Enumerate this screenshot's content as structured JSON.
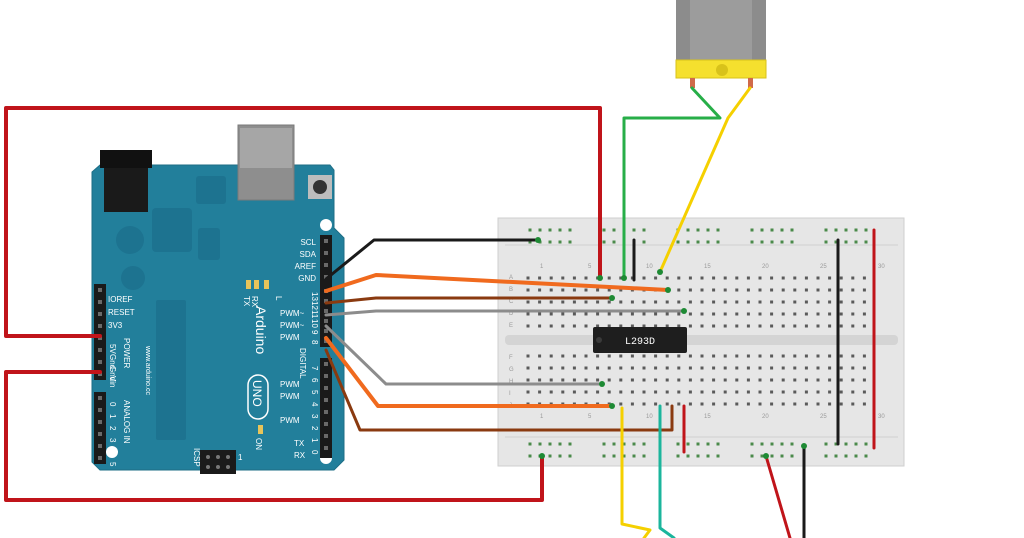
{
  "arduino": {
    "brand": "Arduino",
    "model": "UNO",
    "website": "www.arduino.cc",
    "digital_section": "DIGITAL",
    "analog_section": "ANALOG IN",
    "power_section": "POWER",
    "icsp": "ICSP",
    "icsp_pin": "1",
    "on_led": "ON",
    "led_l": "L",
    "led_tx": "TX",
    "led_rx": "RX",
    "top_header": [
      "SCL",
      "SDA",
      "AREF",
      "GND"
    ],
    "digital_pin_numbers": [
      "13",
      "12",
      "11",
      "10",
      "9",
      "8",
      "7",
      "6",
      "5",
      "4",
      "3",
      "2",
      "1",
      "0"
    ],
    "pwm_labels": [
      "PWM~",
      "PWM~",
      "PWM",
      "PWM",
      "PWM",
      "PWM"
    ],
    "tx_rx_pins": [
      "TX",
      "RX"
    ],
    "power_pins": [
      "IOREF",
      "RESET",
      "3V3",
      "5V",
      "Gnd",
      "Gnd",
      "Vin"
    ],
    "analog_pins": [
      "0",
      "1",
      "2",
      "3",
      "4",
      "5"
    ]
  },
  "breadboard": {
    "column_numbers": [
      "1",
      "5",
      "10",
      "15",
      "20",
      "25",
      "30"
    ],
    "row_letters_top": [
      "A",
      "B",
      "C",
      "D",
      "E"
    ],
    "row_letters_bottom": [
      "F",
      "G",
      "H",
      "I",
      "J"
    ]
  },
  "chip": {
    "label": "L293D"
  },
  "wire_colors": {
    "power": "#c0141a",
    "ground": "#1a1a1a",
    "signal_orange": "#f06a1e",
    "signal_brown": "#8a3a10",
    "signal_gray": "#8c8c8c",
    "motor_green": "#27ae48",
    "motor_yellow": "#f5d000",
    "teal": "#1bb59c"
  },
  "colors": {
    "board": "#227f9b",
    "breadboard": "#e6e6e6",
    "chip": "#1e1e1e",
    "motor_body": "#8c8c8c",
    "motor_bracket": "#f5e02e"
  }
}
